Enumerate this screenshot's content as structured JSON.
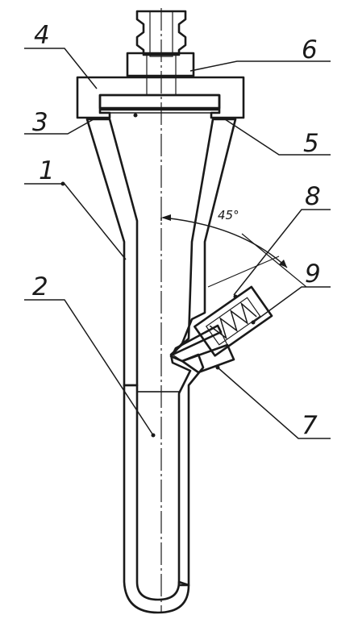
{
  "labels": {
    "l1": "1",
    "l2": "2",
    "l3": "3",
    "l4": "4",
    "l5": "5",
    "l6": "6",
    "l7": "7",
    "l8": "8",
    "l9": "9"
  },
  "angle": "45°",
  "colors": {
    "ink": "#1a1a1a",
    "background": "#ffffff"
  }
}
